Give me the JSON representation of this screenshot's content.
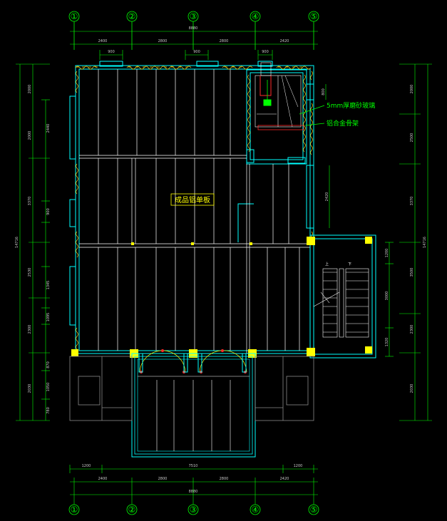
{
  "axes": {
    "top": [
      "①",
      "②",
      "③",
      "④",
      "⑤"
    ],
    "bottom": [
      "①",
      "②",
      "③",
      "④",
      "⑤"
    ]
  },
  "top_dims": {
    "segments": [
      "2400",
      "2800",
      "2800",
      "2420"
    ],
    "total": "8880",
    "windows": [
      "900",
      "900",
      "900"
    ]
  },
  "bottom_dims": {
    "row1": [
      "1200",
      "7510",
      "1200"
    ],
    "row2": [
      "2400",
      "2800",
      "2800",
      "2420"
    ],
    "total": "8880"
  },
  "left_dims": {
    "total": "14716",
    "outer": [
      "2000",
      "2000",
      "3370",
      "2530",
      "2300",
      "2030"
    ],
    "inner": [
      "2440",
      "900",
      "1345",
      "1095",
      "870",
      "1050",
      "780"
    ]
  },
  "right_dims": {
    "total": "14716",
    "outer": [
      "2000",
      "2500",
      "3370",
      "3500",
      "2300",
      "2030"
    ],
    "inner": [
      "800",
      "2420",
      "1200",
      "3000",
      "1320"
    ]
  },
  "annotations": {
    "glass": "5mm厚磨砂玻璃",
    "frame": "铝合金骨架",
    "ceiling": "成品铝单板",
    "stair_up": "上",
    "stair_down": "下"
  },
  "colors": {
    "axis": "#00ff00",
    "wall": "#00ffff",
    "panel": "#ffffff",
    "column": "#ffff00",
    "hatch": "#ffcc00",
    "door": "#ff2a2a"
  }
}
